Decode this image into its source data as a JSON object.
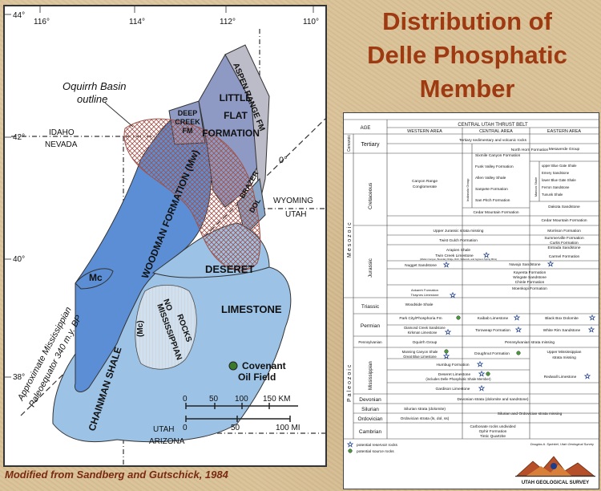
{
  "title": {
    "line1": "Distribution of",
    "line2": "Delle Phosphatic",
    "line3": "Member"
  },
  "credit": "Modified from Sandberg and Gutschick, 1984",
  "map": {
    "longitude_labels": [
      "116°",
      "114°",
      "112°",
      "110°"
    ],
    "latitude_labels": [
      "44°",
      "42°",
      "40°",
      "38°"
    ],
    "state_labels": {
      "idaho": "IDAHO",
      "nevada": "NEVADA",
      "wyoming": "WYOMING",
      "utah_e": "UTAH",
      "utah_s": "UTAH",
      "arizona": "ARIZONA"
    },
    "paleo_degree": "0°",
    "oquirrh": {
      "line1": "Oquirrh Basin",
      "line2": "outline"
    },
    "units": {
      "deep_creek": {
        "line1": "DEEP",
        "line2": "CREEK",
        "line3": "FM"
      },
      "aspen_range": "ASPEN RANGE FM",
      "little_flat": {
        "line1": "LITTLE",
        "line2": "FLAT",
        "line3": "FORMATION"
      },
      "woodman": "WOODMAN FORMATION (Mw)",
      "brazer": {
        "line1": "BRAZER",
        "line2": "DOL"
      },
      "mc_left": "Mc",
      "mc_center": "(Mc)",
      "deseret": "DESERET",
      "limestone": "LIMESTONE",
      "no_miss": {
        "line1": "NO",
        "line2": "MISSISSIPPIAN",
        "line3": "ROCKS"
      },
      "chainman": "CHAINMAN SHALE"
    },
    "paleoequator": {
      "line1": "Approximate Mississippian",
      "line2": "Paleoequator 340 m.y. BP"
    },
    "covenant": {
      "line1": "Covenant",
      "line2": "Oil Field"
    },
    "scale": {
      "km_ticks": [
        "0",
        "50",
        "100",
        "150 KM"
      ],
      "mi_ticks": [
        "0",
        "50",
        "100 MI"
      ]
    },
    "colors": {
      "dark_blue": "#8e9ac4",
      "light_blue": "#9cc2e6",
      "medium_blue": "#5b8ed4",
      "gray": "#bcbcc8",
      "hatch": "#a0524a"
    }
  },
  "table": {
    "header_top": "CENTRAL UTAH THRUST BELT",
    "col_age": "AGE",
    "col_western": "WESTERN AREA",
    "col_central": "CENTRAL AREA",
    "col_eastern": "EASTERN AREA",
    "eras": {
      "cenozoic": "Cenozoic",
      "mesozoic": "Mesozoic",
      "paleozoic": "Paleozoic"
    },
    "periods": {
      "tertiary": "Tertiary",
      "cretaceous": "Cretaceous",
      "jurassic": "Jurassic",
      "triassic": "Triassic",
      "permian": "Permian",
      "pennsylvanian": "Pennsylvanian",
      "mississippian": "Mississippian",
      "devonian": "Devonian",
      "silurian": "Silurian",
      "ordovician": "Ordovician",
      "cambrian": "Cambrian"
    },
    "cells": {
      "tertiary": "Tertiary sedimentary and volcanic rocks",
      "north_horn": "North Horn Formation",
      "canyon_range": {
        "line1": "Canyon Range",
        "line2": "Conglomerate"
      },
      "indianola": "Indianola Group",
      "sixmile": "Sixmile Canyon Formation",
      "funk_valley": "Funk Valley Formation",
      "allen_valley": "Allen Valley Shale",
      "sanpete": "Sanpete Formation",
      "san_pitch": "San Pitch Formation",
      "cedar_central": "Cedar Mountain Formation",
      "mesaverde": "Mesaverde Group",
      "mancos": "Mancos Shale",
      "upper_blue_gate": "upper Blue Gate Shale",
      "emery": "Emery Sandstone",
      "lower_blue_gate": "lower Blue Gate Shale",
      "ferron": "Ferron Sandstone",
      "tununk": "Tununk Shale",
      "dakota": "Dakota Sandstone",
      "cedar_east": "Cedar Mountain Formation",
      "upper_jur_missing": "Upper Jurassic strata missing",
      "morrison": "Morrison Formation",
      "twist_gulch": "Twist Gulch Formation",
      "summerville": "Summerville Formation",
      "curtis": "Curtis Formation",
      "entrada": "Entrada Sandstone",
      "arapien": "Arapien Shale",
      "twin_creek": "Twin Creek Limestone",
      "twin_creek_sub": "(Watton Canyon, Boundary Ridge, Rich, Sliderock, and Gypsum Spring Mbrs)",
      "carmel": "Carmel Formation",
      "nugget": "Nugget Sandstone",
      "navajo": "Navajo Sandstone",
      "kayenta": "Kayenta Formation",
      "wingate": "Wingate Sandstone",
      "chinle": "Chinle Formation",
      "moenkopi": "Moenkopi Formation",
      "ankareh": "Ankareh Formation",
      "thaynes": "Thaynes Limestone",
      "woodside": "Woodside Shale",
      "park_city": "Park City/Phosphoria Fm",
      "kaibab": "Kaibab Limestone",
      "black_box": "Black Box Dolomite",
      "diamond_creek": "Diamond Creek Sandstone",
      "kirkman": "Kirkman Limestone",
      "toroweap": "Toroweap Formation",
      "white_rim": "White Rim Sandstone",
      "oquirrh": "Oquirrh Group",
      "penn_missing": "Pennsylvanian strata missing",
      "manning": "Manning Canyon Shale",
      "great_blue": "Great Blue Limestone",
      "doughnut": "Doughnut Formation",
      "upper_miss": {
        "line1": "Upper Mississippian",
        "line2": "strata missing"
      },
      "humbug": "Humbug Formation",
      "deseret": "Deseret Limestone",
      "deseret_sub": "(includes Delle Phosphatic Shale Member)",
      "redwall": "Redwall Limestone",
      "gardison": "Gardison Limestone",
      "devonian": "Devonian strata (dolomite and sandstone)",
      "silurian": "Silurian strata (dolomite)",
      "sil_ord_missing": "Silurian and Ordovician strata missing",
      "ordovician": "Ordovician strata (ls, dol, ss)",
      "carbonate": "Carbonate rocks undivided",
      "ophir": "Ophir Formation",
      "tintic": "Tintic Quartzite"
    },
    "legend": {
      "reservoir": "potential reservoir rocks",
      "source": "potential source rocks"
    },
    "citation": "Douglas A. Sprinkel, Utah Geological Survey",
    "logo_text": "UTAH GEOLOGICAL SURVEY"
  }
}
